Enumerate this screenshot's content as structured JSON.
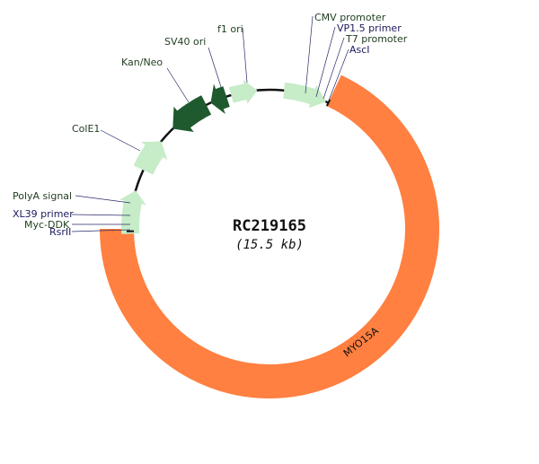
{
  "plasmid": {
    "name": "RC219165",
    "size_label": "(15.5 kb)"
  },
  "insert": {
    "name": "MYO15A",
    "color": "#ff8040"
  },
  "colors": {
    "feature_light": "#c6ecc8",
    "feature_dark": "#1f5a2e",
    "backbone": "#111111",
    "leader_line": "#2a2a6a",
    "label_dark": "#1f3d1f",
    "label_blue": "#1a1a5e"
  },
  "features": [
    {
      "key": "cmv-promoter",
      "label": "CMV promoter",
      "style": "dark"
    },
    {
      "key": "vp15-primer",
      "label": "VP1.5 primer",
      "style": "blue"
    },
    {
      "key": "t7-promoter",
      "label": "T7 promoter",
      "style": "dark"
    },
    {
      "key": "asci",
      "label": "AscI",
      "style": "blue"
    },
    {
      "key": "f1-ori",
      "label": "f1 ori",
      "style": "dark"
    },
    {
      "key": "sv40-ori",
      "label": "SV40 ori",
      "style": "dark"
    },
    {
      "key": "kan-neo",
      "label": "Kan/Neo",
      "style": "dark"
    },
    {
      "key": "cole1",
      "label": "ColE1",
      "style": "dark"
    },
    {
      "key": "polya-signal",
      "label": "PolyA signal",
      "style": "dark"
    },
    {
      "key": "xl39-primer",
      "label": "XL39 primer",
      "style": "blue"
    },
    {
      "key": "myc-ddk",
      "label": "Myc-DDK",
      "style": "dark"
    },
    {
      "key": "rsrii",
      "label": "RsrII",
      "style": "blue"
    }
  ]
}
